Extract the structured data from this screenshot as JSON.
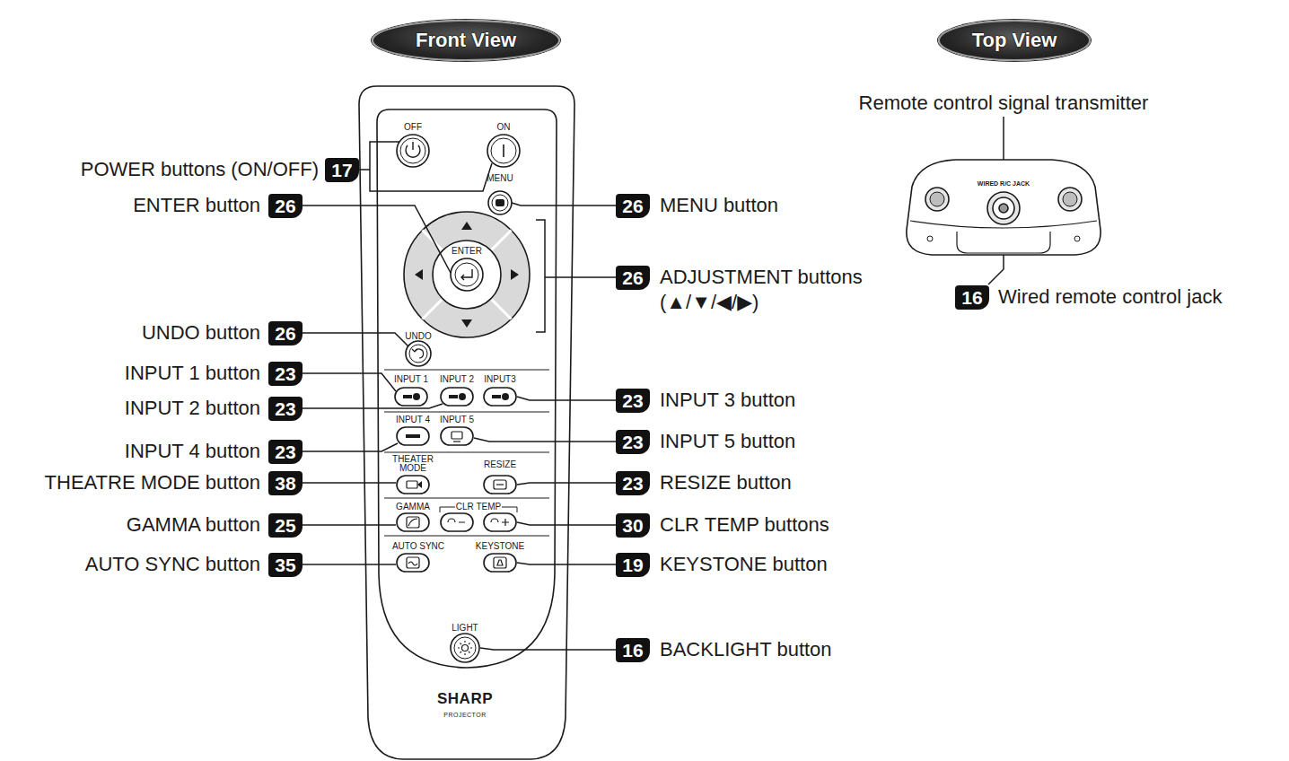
{
  "diagram": {
    "nodes": [
      {
        "text": [
          "Front View"
        ]
      },
      {
        "text": [
          "Top View"
        ]
      }
    ],
    "labels": [
      "POWER buttons (ON/OFF)",
      "17",
      "ENTER button",
      "26",
      "UNDO button",
      "26",
      "INPUT 1 button",
      "23",
      "INPUT 2 button",
      "23",
      "INPUT 4 button",
      "23",
      "THEATRE MODE button",
      "38",
      "GAMMA button",
      "25",
      "AUTO SYNC button",
      "35",
      "26",
      "MENU button",
      "26",
      "ADJUSTMENT buttons (▲/▼/◀/▶)",
      "23",
      "INPUT 3 button",
      "23",
      "INPUT 5 button",
      "23",
      "RESIZE button",
      "30",
      "CLR TEMP buttons",
      "19",
      "KEYSTONE button",
      "16",
      "BACKLIGHT button",
      "Remote control signal transmitter",
      "WIRED R/C JACK",
      "16",
      "Wired remote control jack",
      "OFF",
      "ON",
      "MENU",
      "ENTER",
      "UNDO",
      "INPUT 1",
      "INPUT 2",
      "INPUT3",
      "INPUT 4",
      "INPUT 5",
      "THEATER MODE",
      "RESIZE",
      "GAMMA",
      "CLR TEMP",
      "AUTO SYNC",
      "KEYSTONE",
      "LIGHT",
      "SHARP",
      "PROJECTOR"
    ]
  }
}
